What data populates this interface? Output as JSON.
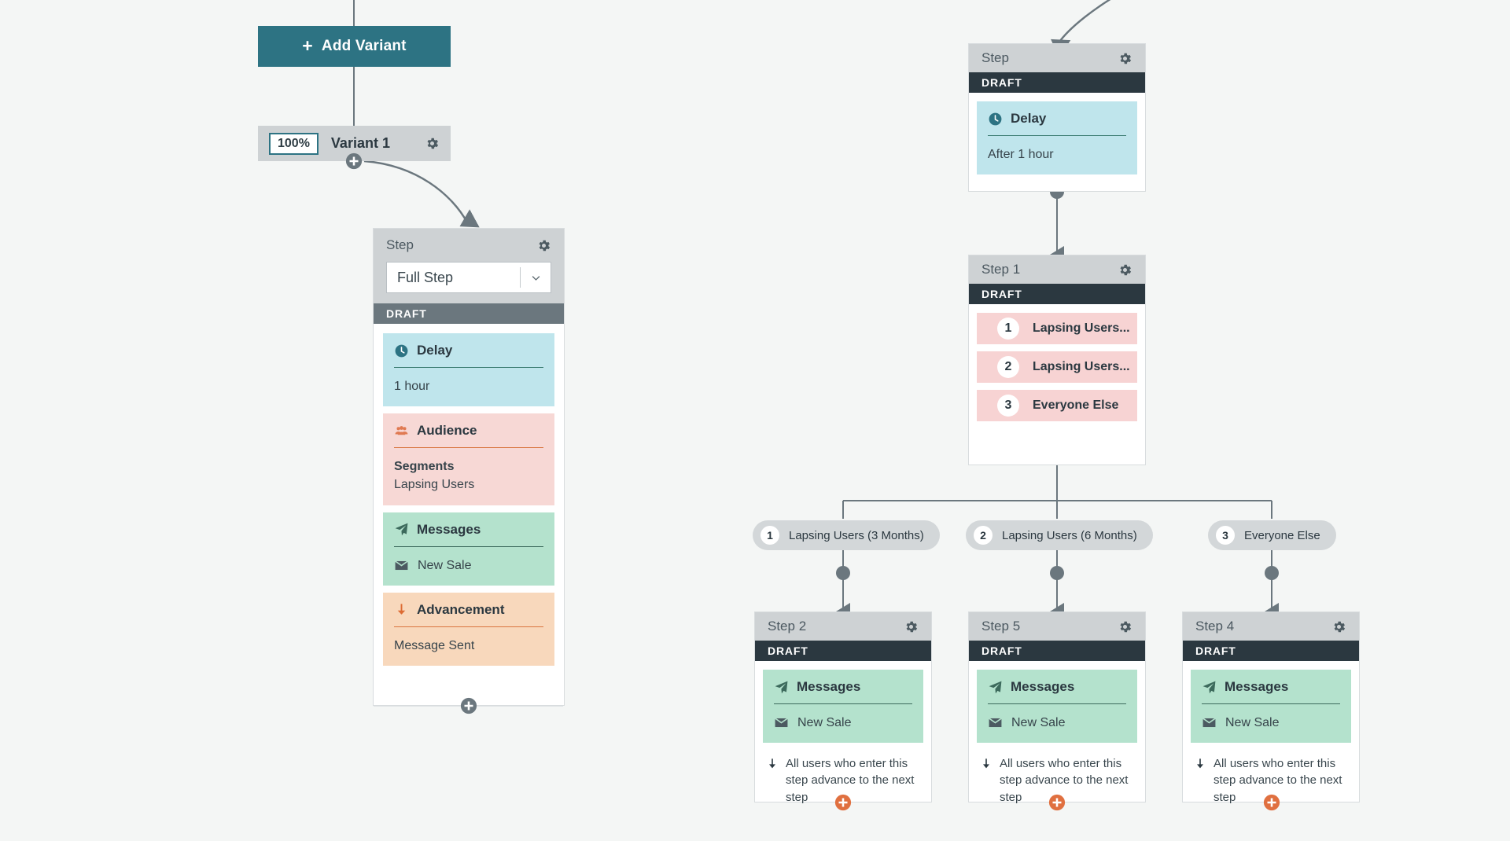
{
  "canvas": {
    "background_color": "#f4f6f5",
    "edge_color": "#6b777e"
  },
  "colors": {
    "teal_button": "#2d7383",
    "header_gray": "#ced2d4",
    "draft_dark": "#2b3840",
    "draft_gray": "#6b777e",
    "delay_block": "#bfe5ec",
    "audience_block": "#f7d8d5",
    "messages_block": "#b4e2cd",
    "advancement_block": "#f8d8bc",
    "branch_row": "#f7d3d3",
    "pill": "#d3d7d9",
    "plus_orange": "#e07040"
  },
  "add_variant_button": {
    "label": "Add Variant",
    "icon": "plus-icon"
  },
  "variant_bar": {
    "percent": "100%",
    "name": "Variant 1",
    "gear_icon": "gear-icon",
    "plus_icon": "plus-circle-icon"
  },
  "full_step_card": {
    "header_title": "Step",
    "gear_icon": "gear-icon",
    "step_type_select": {
      "value": "Full Step",
      "chevron_icon": "chevron-down-icon"
    },
    "status": "DRAFT",
    "blocks": [
      {
        "kind": "delay",
        "icon": "clock-icon",
        "title": "Delay",
        "lines": [
          {
            "text": "1 hour",
            "bold": false
          }
        ]
      },
      {
        "kind": "audience",
        "icon": "users-icon",
        "title": "Audience",
        "lines": [
          {
            "text": "Segments",
            "bold": true
          },
          {
            "text": "Lapsing Users",
            "bold": false
          }
        ]
      },
      {
        "kind": "messages",
        "icon": "paper-plane-icon",
        "title": "Messages",
        "lines": [
          {
            "text": "New Sale",
            "bold": false,
            "icon": "envelope-icon"
          }
        ]
      },
      {
        "kind": "advancement",
        "icon": "arrow-down-icon",
        "title": "Advancement",
        "lines": [
          {
            "text": "Message Sent",
            "bold": false
          }
        ]
      }
    ],
    "footer_plus_icon": "plus-circle-icon"
  },
  "delay_card": {
    "header_title": "Step",
    "gear_icon": "gear-icon",
    "status": "DRAFT",
    "block": {
      "kind": "delay",
      "icon": "clock-icon",
      "title": "Delay",
      "value": "After 1 hour"
    }
  },
  "branch_card": {
    "header_title": "Step 1",
    "gear_icon": "gear-icon",
    "status": "DRAFT",
    "rows": [
      {
        "number": "1",
        "label": "Lapsing Users..."
      },
      {
        "number": "2",
        "label": "Lapsing Users..."
      },
      {
        "number": "3",
        "label": "Everyone Else"
      }
    ]
  },
  "branch_pills": [
    {
      "number": "1",
      "label": "Lapsing Users (3 Months)"
    },
    {
      "number": "2",
      "label": "Lapsing Users (6 Months)"
    },
    {
      "number": "3",
      "label": "Everyone Else"
    }
  ],
  "leaf_cards": [
    {
      "header_title": "Step 2",
      "gear_icon": "gear-icon",
      "status": "DRAFT",
      "messages_title": "Messages",
      "messages_icon": "paper-plane-icon",
      "message_name": "New Sale",
      "message_icon": "envelope-icon",
      "note": "All users who enter this step advance to the next step",
      "note_icon": "arrow-down-icon",
      "footer_plus_icon": "plus-circle-icon"
    },
    {
      "header_title": "Step 5",
      "gear_icon": "gear-icon",
      "status": "DRAFT",
      "messages_title": "Messages",
      "messages_icon": "paper-plane-icon",
      "message_name": "New Sale",
      "message_icon": "envelope-icon",
      "note": "All users who enter this step advance to the next step",
      "note_icon": "arrow-down-icon",
      "footer_plus_icon": "plus-circle-icon"
    },
    {
      "header_title": "Step 4",
      "gear_icon": "gear-icon",
      "status": "DRAFT",
      "messages_title": "Messages",
      "messages_icon": "paper-plane-icon",
      "message_name": "New Sale",
      "message_icon": "envelope-icon",
      "note": "All users who enter this step advance to the next step",
      "note_icon": "arrow-down-icon",
      "footer_plus_icon": "plus-circle-icon"
    }
  ]
}
